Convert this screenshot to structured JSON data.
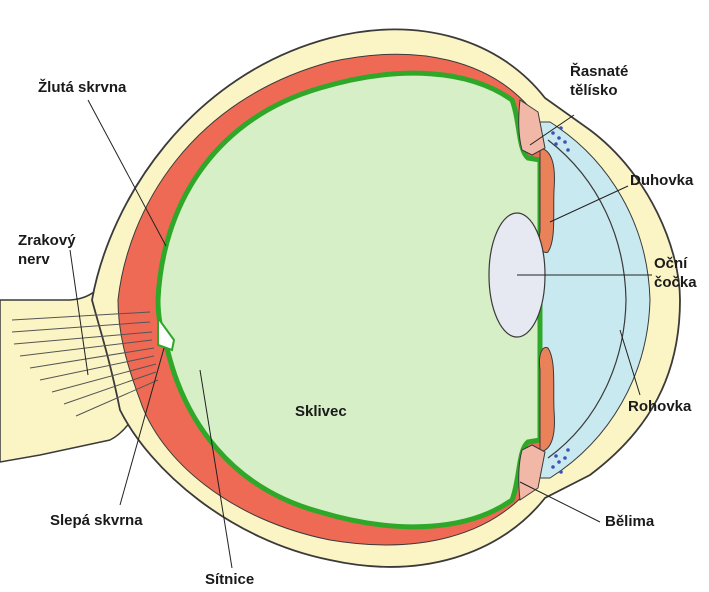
{
  "labels": {
    "zluta_skrvna": "Žlutá skrvna",
    "rasnate_telisko": "Řasnaté\ntělísko",
    "duhovka": "Duhovka",
    "zrakovy_nerv": "Zrakový\nnerv",
    "ocni_cocka": "Oční\nčočka",
    "sklivec": "Sklivec",
    "rohovka": "Rohovka",
    "slepa_skvrna": "Slepá skvrna",
    "belima": "Bělima",
    "sitnice": "Sítnice"
  },
  "colors": {
    "sclera": "#fbf4c4",
    "choroid": "#ee6a55",
    "retina": "#2fa82a",
    "vitreous": "#d6efc6",
    "aqueous": "#c9e9f0",
    "lens": "#e6e8f2",
    "iris": "#e98258",
    "ciliary_body": "#f1b8a8",
    "outline": "#3a3a3a"
  }
}
